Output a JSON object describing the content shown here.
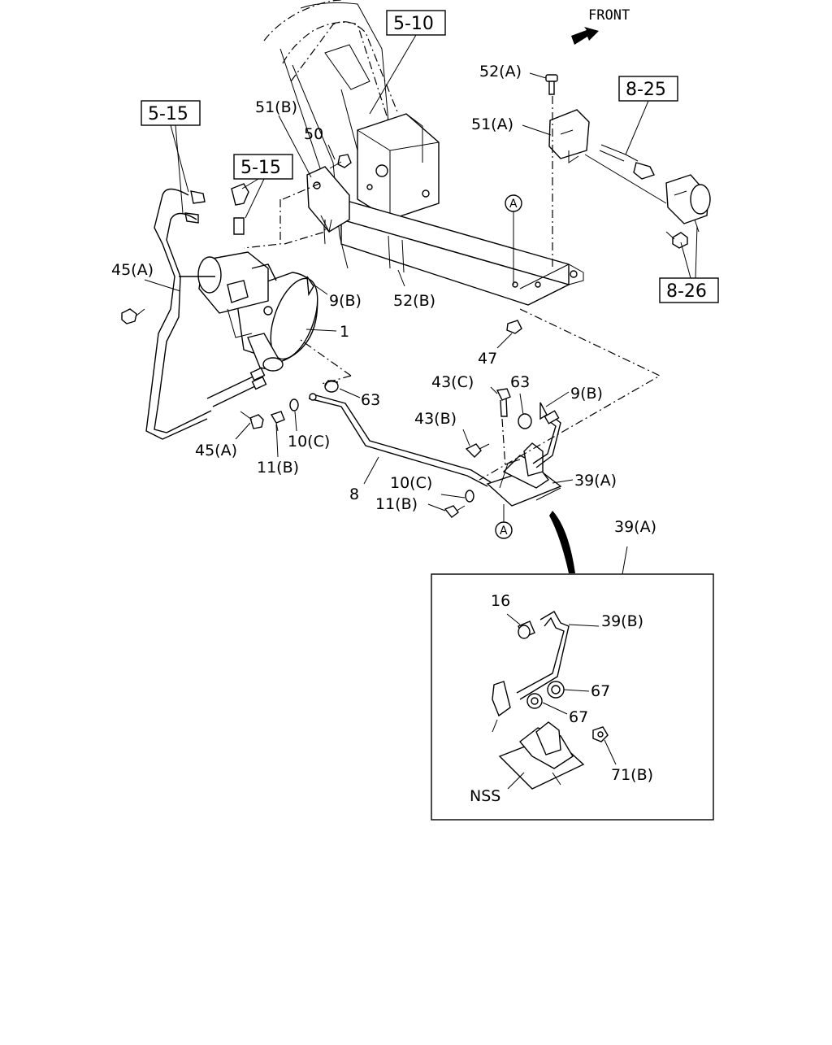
{
  "header": {
    "front_label": "FRONT"
  },
  "refs": {
    "r510": "5-10",
    "r515_top": "5-15",
    "r515_mid": "5-15",
    "r825": "8-25",
    "r826": "8-26"
  },
  "callouts": {
    "c52A": "52(A)",
    "c51A": "51(A)",
    "c51B": "51(B)",
    "c50": "50",
    "c45A_top": "45(A)",
    "c45A_bot": "45(A)",
    "c9B_left": "9(B)",
    "c9B_right": "9(B)",
    "c52B": "52(B)",
    "c1": "1",
    "c47": "47",
    "c63_left": "63",
    "c63_right": "63",
    "c43C": "43(C)",
    "c43B": "43(B)",
    "c10C_left": "10(C)",
    "c10C_right": "10(C)",
    "c11B_left": "11(B)",
    "c11B_right": "11(B)",
    "c8": "8",
    "c39A_main": "39(A)",
    "c39A_detail": "39(A)",
    "c16": "16",
    "c39B": "39(B)",
    "c67_top": "67",
    "c67_bot": "67",
    "c71B": "71(B)",
    "cNSS": "NSS"
  },
  "connectors": {
    "a_top": "A",
    "a_bottom": "A"
  }
}
